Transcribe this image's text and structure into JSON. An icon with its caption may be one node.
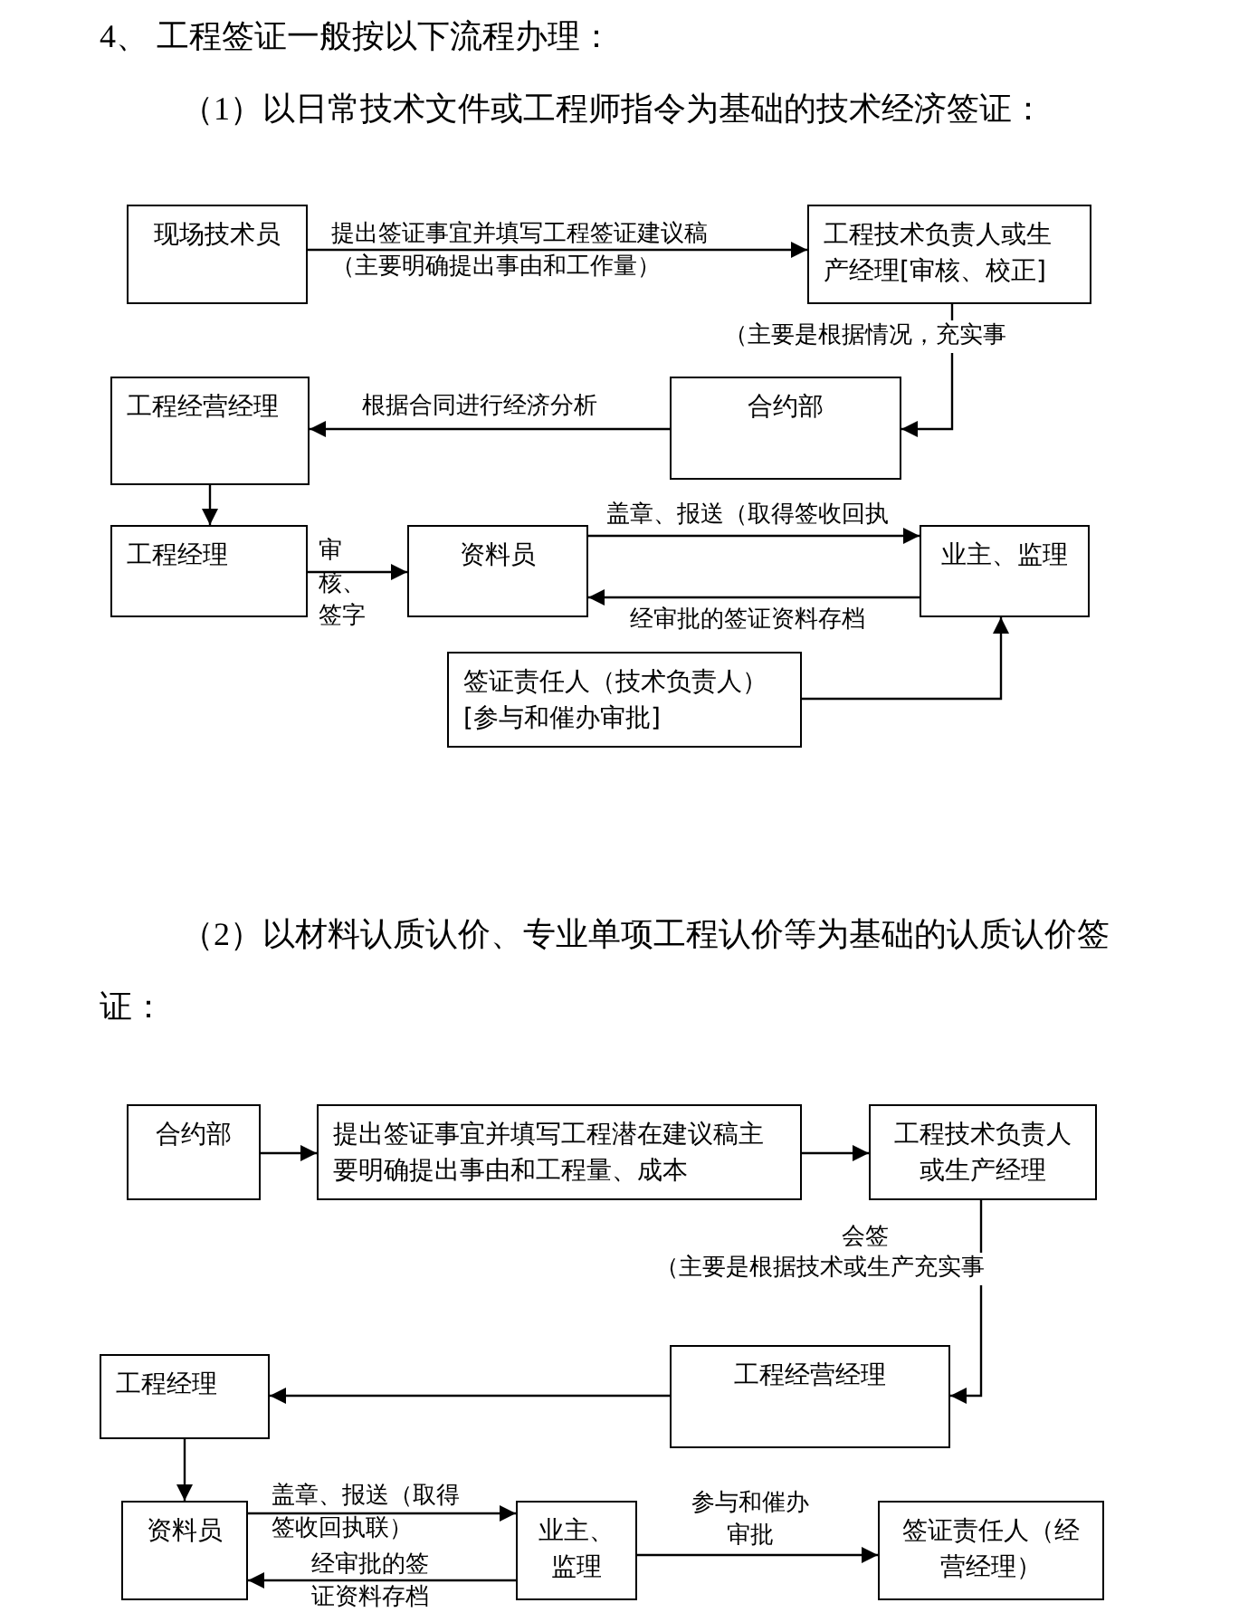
{
  "diagram": {
    "nodes": [
      {
        "text": [
          "现场技术员"
        ]
      },
      {
        "text": [
          "工程技术负责人或生产经理[审核、校正]"
        ]
      },
      {
        "text": [
          "合约部"
        ]
      },
      {
        "text": [
          "工程经营经理"
        ]
      },
      {
        "text": [
          "工程经理"
        ]
      },
      {
        "text": [
          "资料员"
        ]
      },
      {
        "text": [
          "业主、监理"
        ]
      },
      {
        "text": [
          "签证责任人（技术负责人）[参与和催办审批]"
        ]
      },
      {
        "text": [
          "合约部"
        ]
      },
      {
        "text": [
          "提出签证事宜并填写工程潜在建议稿主要明确提出事由和工程量、成本"
        ]
      },
      {
        "text": [
          "工程技术负责人或生产经理"
        ]
      },
      {
        "text": [
          "工程经营经理"
        ]
      },
      {
        "text": [
          "工程经理"
        ]
      },
      {
        "text": [
          "资料员"
        ]
      },
      {
        "text": [
          "业主、监理"
        ]
      },
      {
        "text": [
          "签证责任人（经营经理）"
        ]
      }
    ],
    "edges": [
      {
        "from": 0,
        "to": 1,
        "arrow": "to",
        "label": "提出签证事宜并填写工程签证建议稿（主要明确提出事由和工作量）"
      },
      {
        "from": 1,
        "to": 2,
        "arrow": "to",
        "label": "（主要是根据情况，充实事"
      },
      {
        "from": 2,
        "to": 3,
        "arrow": "to",
        "label": "根据合同进行经济分析"
      },
      {
        "from": 3,
        "to": 4,
        "arrow": "to"
      },
      {
        "from": 4,
        "to": 5,
        "arrow": "to",
        "label": "审核、签字"
      },
      {
        "from": 5,
        "to": 6,
        "arrow": "to",
        "label": "盖章、报送（取得签收回执"
      },
      {
        "from": 6,
        "to": 5,
        "arrow": "to",
        "label": "经审批的签证资料存档"
      },
      {
        "from": 7,
        "to": 6,
        "arrow": "to"
      },
      {
        "from": 8,
        "to": 9,
        "arrow": "to"
      },
      {
        "from": 9,
        "to": 10,
        "arrow": "to"
      },
      {
        "from": 10,
        "to": 11,
        "arrow": "to",
        "label": "会签"
      },
      {
        "from": 11,
        "to": 12,
        "arrow": "to"
      },
      {
        "from": 12,
        "to": 13,
        "arrow": "to"
      },
      {
        "from": 13,
        "to": 14,
        "arrow": "to",
        "label": "盖章、报送（取得签收回执联）"
      },
      {
        "from": 14,
        "to": 13,
        "arrow": "to",
        "label": "经审批的签证资料存档"
      },
      {
        "from": 14,
        "to": 15,
        "arrow": "to",
        "label": "参与和催办审批"
      }
    ],
    "labels": [
      "4、 工程签证一般按以下流程办理：",
      "（1）以日常技术文件或工程师指令为基础的技术经济签证：",
      "（2）以材料认质认价、专业单项工程认价等为基础的认质认价签证：",
      "（主要是根据技术或生产充实事"
    ]
  }
}
